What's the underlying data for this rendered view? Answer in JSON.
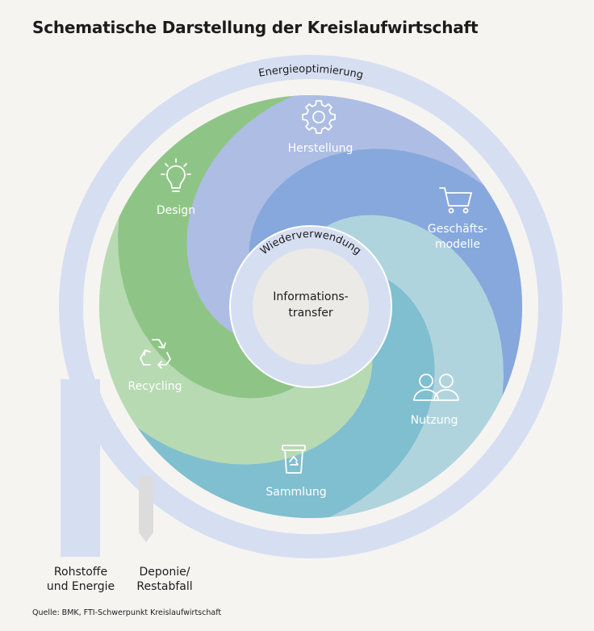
{
  "title": "Schematische Darstellung der Kreislaufwirtschaft",
  "outer_ring_label": "Energieoptimierung",
  "inner_ring_label": "Wiederverwendung",
  "center": {
    "line1": "Informations-",
    "line2": "transfer"
  },
  "segments": [
    {
      "label_lines": [
        "Herstellung"
      ],
      "icon": "gear-icon",
      "color": "#86a8dc"
    },
    {
      "label_lines": [
        "Geschäfts-",
        "modelle"
      ],
      "icon": "shopping-cart-icon",
      "color": "#b0d4de"
    },
    {
      "label_lines": [
        "Nutzung"
      ],
      "icon": "people-icon",
      "color": "#7fbfcf"
    },
    {
      "label_lines": [
        "Sammlung"
      ],
      "icon": "recycle-bin-icon",
      "color": "#b7dab2"
    },
    {
      "label_lines": [
        "Recycling"
      ],
      "icon": "recycle-icon",
      "color": "#8ec586"
    },
    {
      "label_lines": [
        "Design"
      ],
      "icon": "lightbulb-icon",
      "color": "#aebde4"
    }
  ],
  "inputs": {
    "line1": "Rohstoffe",
    "line2": "und Energie"
  },
  "outputs": {
    "line1": "Deponie/",
    "line2": "Restabfall"
  },
  "source": "Quelle: BMK, FTI-Schwerpunkt Kreislaufwirtschaft",
  "colors": {
    "outer_ring": "#d6def2",
    "inner_ring": "#d6def2",
    "center_fill": "#ebeae7",
    "waste_stream": "#dcdcdc"
  }
}
